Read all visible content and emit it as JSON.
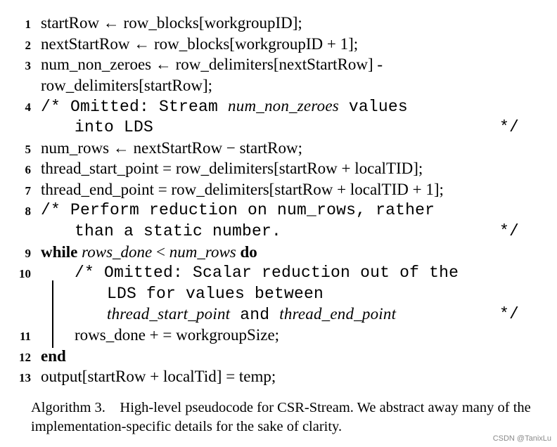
{
  "algorithm": {
    "lines": [
      {
        "num": "1",
        "text": "startRow ← row_blocks[workgroupID];"
      },
      {
        "num": "2",
        "text": "nextStartRow ← row_blocks[workgroupID + 1];"
      },
      {
        "num": "3",
        "text": "num_non_zeroes ← row_delimiters[nextStartRow] -",
        "cont": "row_delimiters[startRow];"
      },
      {
        "num": "4",
        "c_open": "/* Omitted: Stream ",
        "c_em": "num_non_zeroes",
        "c_rest": " values",
        "c_cont": "into LDS",
        "c_close": "*/"
      },
      {
        "num": "5",
        "text": "num_rows ← nextStartRow − startRow;"
      },
      {
        "num": "6",
        "text": "thread_start_point = row_delimiters[startRow + localTID];"
      },
      {
        "num": "7",
        "text": "thread_end_point = row_delimiters[startRow + localTID + 1];"
      },
      {
        "num": "8",
        "c_open": "/* Perform reduction on num_rows, rather",
        "c_cont": "than a static number.",
        "c_close": "*/"
      },
      {
        "num": "9",
        "kw_while": "while",
        "cond_a": "rows_done",
        "cond_op": " < ",
        "cond_b": "num_rows",
        "kw_do": "do"
      },
      {
        "num": "10",
        "c_open": "/* Omitted: Scalar reduction out of the",
        "c_cont": "LDS for values between",
        "c_em1": "thread_start_point",
        "c_and": " and ",
        "c_em2": "thread_end_point",
        "c_close": "*/"
      },
      {
        "num": "11",
        "text": "rows_done + = workgroupSize;"
      },
      {
        "num": "12",
        "kw_end": "end"
      },
      {
        "num": "13",
        "text": "output[startRow + localTid] = temp;"
      }
    ]
  },
  "caption": {
    "label": "Algorithm 3.",
    "text": "High-level pseudocode for CSR-Stream. We abstract away many of the implementation-specific details for the sake of clarity."
  },
  "watermark": "CSDN @TanixLu"
}
